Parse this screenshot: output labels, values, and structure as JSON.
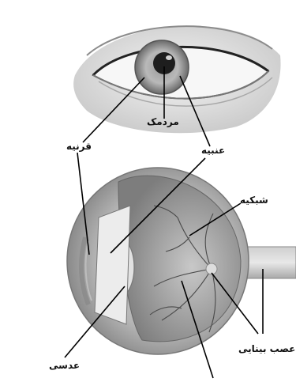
{
  "labels": {
    "pupil": "مردمک",
    "cornea": "قرنیه",
    "iris": "عنبیه",
    "retina": "شبکیه",
    "lens": "عدسی",
    "optic_nerve": "عصب بینایی"
  }
}
